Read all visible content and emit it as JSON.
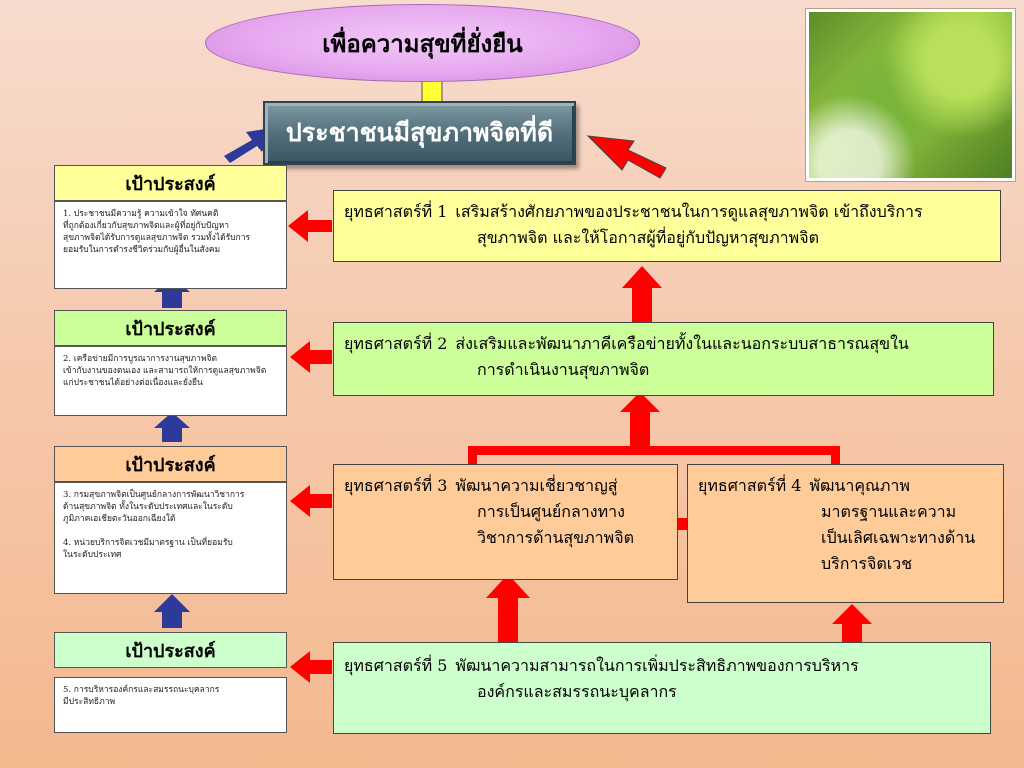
{
  "goal": {
    "text": "เพื่อความสุขที่ยั่งยืน"
  },
  "vision": {
    "text": "ประชาชนมีสุขภาพจิตที่ดี"
  },
  "objectives": [
    {
      "heading": "เป้าประสงค์",
      "lines": [
        "1. ประชาชนมีความรู้ ความเข้าใจ ทัศนคติ",
        "ที่ถูกต้องเกี่ยวกับสุขภาพจิตและผู้ที่อยู่กับปัญหา",
        "สุขภาพจิตได้รับการดูแลสุขภาพจิต รวมทั้งได้รับการ",
        "ยอมรับในการดำรงชีวิตร่วมกับผู้อื่นในสังคม"
      ]
    },
    {
      "heading": "เป้าประสงค์",
      "lines": [
        "2. เครือข่ายมีการบูรณาการงานสุขภาพจิต",
        "เข้ากับงานของตนเอง และสามารถให้การดูแลสุขภาพจิต",
        "แก่ประชาชนได้อย่างต่อเนื่องและยั่งยืน"
      ]
    },
    {
      "heading": "เป้าประสงค์",
      "lines": [
        "3. กรมสุขภาพจิตเป็นศูนย์กลางการพัฒนาวิชาการ",
        "ด้านสุขภาพจิต ทั้งในระดับประเทศและในระดับ",
        "ภูมิภาคเอเชียตะวันออกเฉียงใต้",
        "",
        "4. หน่วยบริการจิตเวชมีมาตรฐาน เป็นที่ยอมรับ",
        "ในระดับประเทศ"
      ]
    },
    {
      "heading": "เป้าประสงค์",
      "lines": [
        "5. การบริหารองค์กรและสมรรถนะบุคลากร",
        "มีประสิทธิภาพ"
      ]
    }
  ],
  "strategies": [
    {
      "label": "ยุทธศาสตร์ที่  1",
      "text": "เสริมสร้างศักยภาพของประชาชนในการดูแลสุขภาพจิต เข้าถึงบริการ",
      "text2": "สุขภาพจิต และให้โอกาสผู้ที่อยู่กับปัญหาสุขภาพจิต"
    },
    {
      "label": "ยุทธศาสตร์ที่  2",
      "text": "ส่งเสริมและพัฒนาภาคีเครือข่ายทั้งในและนอกระบบสาธารณสุขใน",
      "text2": "การดำเนินงานสุขภาพจิต"
    },
    {
      "label": "ยุทธศาสตร์ที่  3",
      "text": "พัฒนาความเชี่ยวชาญสู่",
      "text2": "การเป็นศูนย์กลางทาง",
      "text3": "วิชาการด้านสุขภาพจิต"
    },
    {
      "label": "ยุทธศาสตร์ที่ 4",
      "text": "พัฒนาคุณภาพ",
      "text2": "มาตรฐานและความ",
      "text3": "เป็นเลิศเฉพาะทางด้าน",
      "text4": "บริการจิตเวช"
    },
    {
      "label": "ยุทธศาสตร์ที่  5",
      "text": "พัฒนาความสามารถในการเพิ่มประสิทธิภาพของการบริหาร",
      "text2": "องค์กรและสมรรถนะบุคลากร"
    }
  ],
  "colors": {
    "red_arrow": "#ff0000",
    "blue_arrow": "#2e3a9a",
    "yellow_arrow": "#ffff33",
    "heading_yellow": "#ffff99",
    "heading_green": "#ccff99",
    "heading_peach": "#ffcc99",
    "heading_palegreen": "#ccffcc"
  }
}
